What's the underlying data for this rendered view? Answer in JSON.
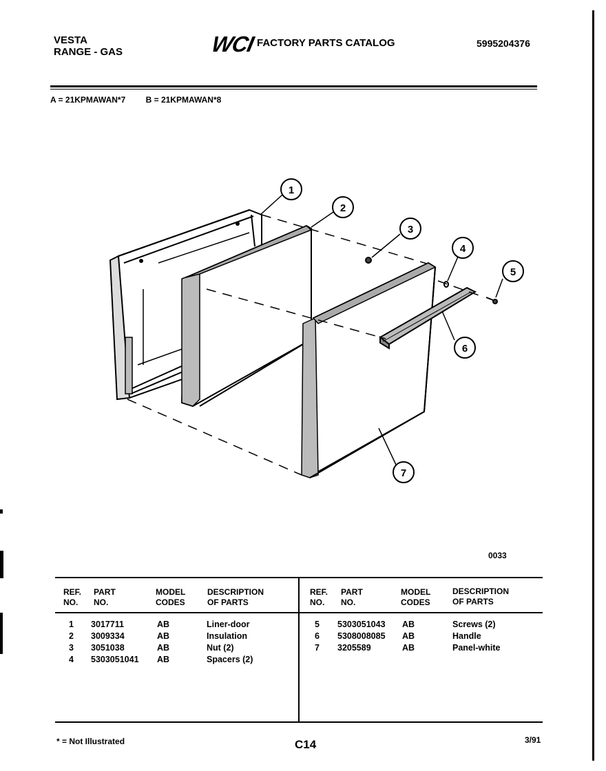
{
  "header": {
    "brand": "VESTA",
    "category": "RANGE - GAS",
    "logo": "WCI",
    "catalog_title": "FACTORY PARTS CATALOG",
    "catalog_number": "5995204376"
  },
  "models": {
    "a": "A = 21KPMAWAN*7",
    "b": "B = 21KPMAWAN*8"
  },
  "diagram": {
    "code": "0033",
    "callouts": [
      "1",
      "2",
      "3",
      "4",
      "5",
      "6",
      "7"
    ]
  },
  "table": {
    "headers": {
      "ref": [
        "REF.",
        "NO."
      ],
      "part": [
        "PART",
        "NO."
      ],
      "model": [
        "MODEL",
        "CODES"
      ],
      "desc": [
        "DESCRIPTION",
        "OF PARTS"
      ]
    },
    "left": [
      {
        "ref": "1",
        "part": "3017711",
        "codes": "AB",
        "desc": "Liner-door"
      },
      {
        "ref": "2",
        "part": "3009334",
        "codes": "AB",
        "desc": "Insulation"
      },
      {
        "ref": "3",
        "part": "3051038",
        "codes": "AB",
        "desc": "Nut (2)"
      },
      {
        "ref": "4",
        "part": "5303051041",
        "codes": "AB",
        "desc": "Spacers (2)"
      }
    ],
    "right": [
      {
        "ref": "5",
        "part": "5303051043",
        "codes": "AB",
        "desc": "Screws (2)"
      },
      {
        "ref": "6",
        "part": "5308008085",
        "codes": "AB",
        "desc": "Handle"
      },
      {
        "ref": "7",
        "part": "3205589",
        "codes": "AB",
        "desc": "Panel-white"
      }
    ]
  },
  "footer": {
    "note": "* = Not Illustrated",
    "page": "C14",
    "date": "3/91"
  }
}
